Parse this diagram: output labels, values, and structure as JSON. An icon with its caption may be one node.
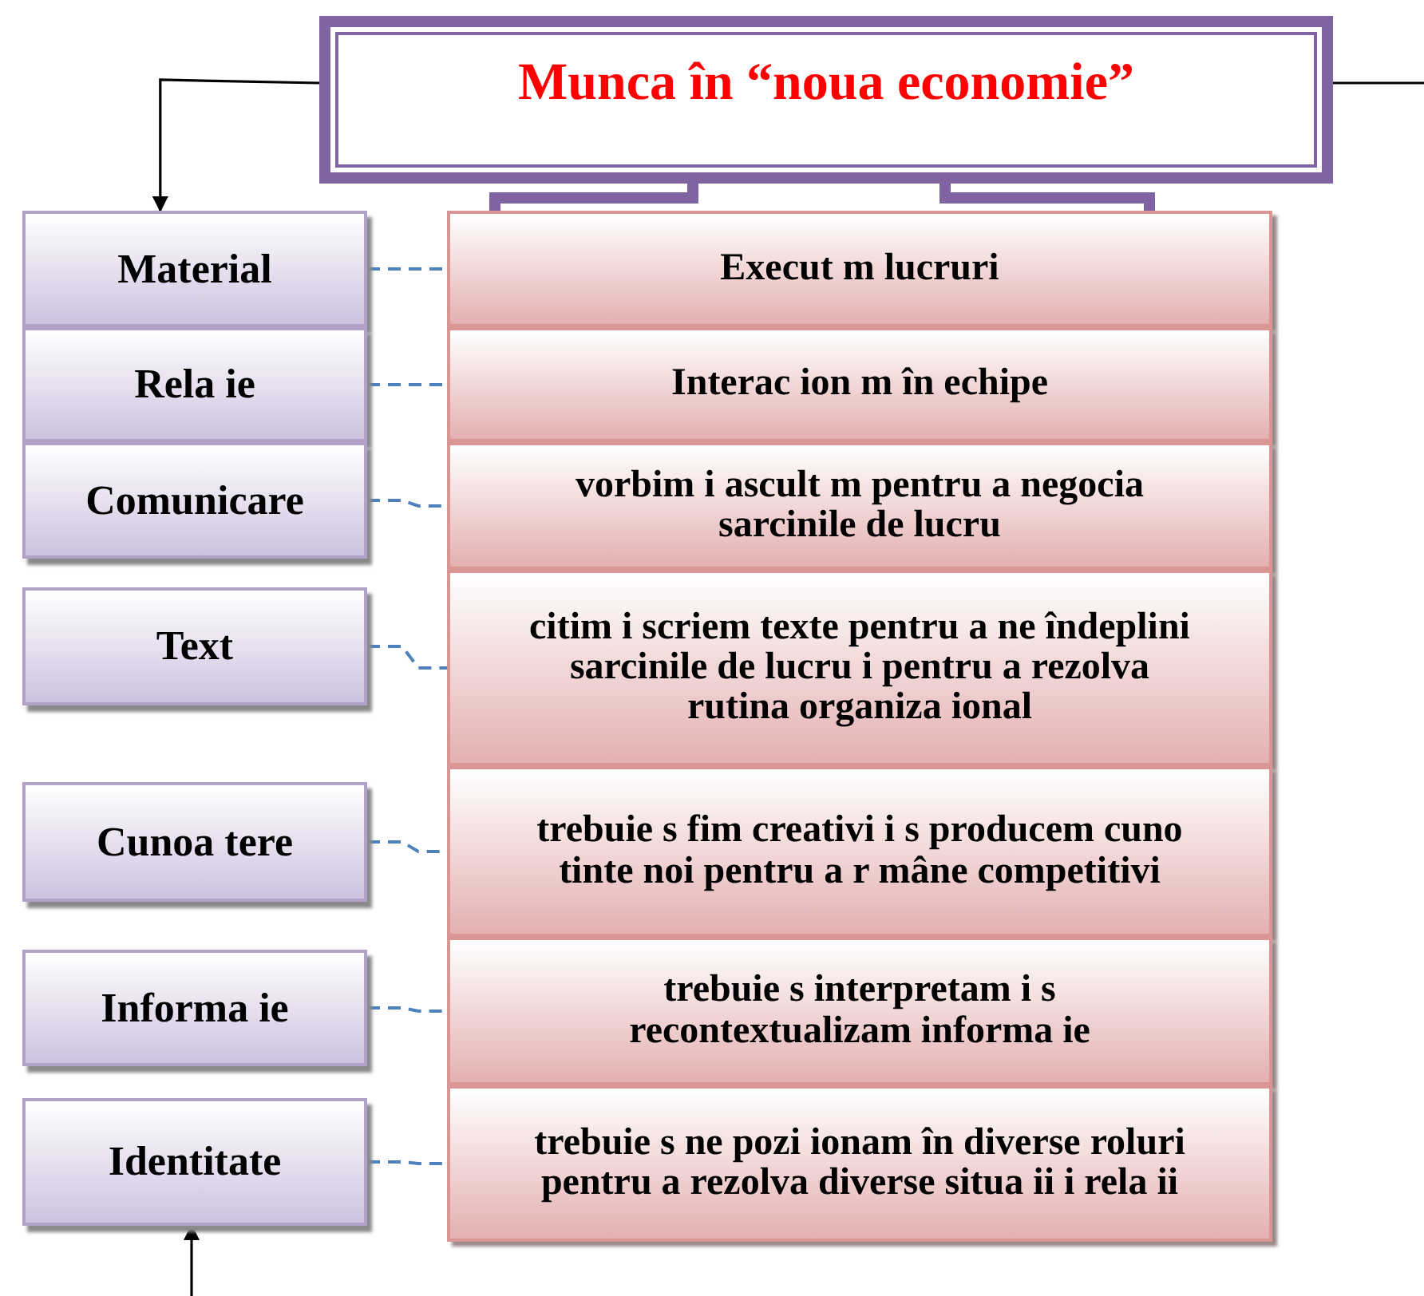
{
  "diagram": {
    "nodes": [
      {
        "text": [
          "Munca în “noua economie”"
        ]
      },
      {
        "text": [
          "Material"
        ]
      },
      {
        "text": [
          "Rela ie"
        ]
      },
      {
        "text": [
          "Comunicare"
        ]
      },
      {
        "text": [
          "Text"
        ]
      },
      {
        "text": [
          "Cunoa tere"
        ]
      },
      {
        "text": [
          "Informa ie"
        ]
      },
      {
        "text": [
          "Identitate"
        ]
      },
      {
        "text": [
          "Execut m lucruri"
        ]
      },
      {
        "text": [
          "Interac ion m în echipe"
        ]
      },
      {
        "text": [
          "vorbim i ascult m pentru a negocia sarcinile de lucru"
        ]
      },
      {
        "text": [
          "citim i scriem texte pentru a ne îndeplini sarcinile de lucru i pentru a rezolva rutina organiza ional"
        ]
      },
      {
        "text": [
          "trebuie s fim creativi i s producem cuno tinte noi pentru a r mâne competitivi"
        ]
      },
      {
        "text": [
          "trebuie s interpretam i s recontextualizam informa ie"
        ]
      },
      {
        "text": [
          "trebuie s ne pozi ionam în diverse roluri pentru a rezolva diverse situa ii i rela ii"
        ]
      }
    ],
    "edges": [
      {
        "from": 0,
        "to": 1,
        "arrow": "to",
        "color": "#000000"
      },
      {
        "from": 0,
        "to": null,
        "arrow": "none",
        "color": "#000000"
      },
      {
        "from": null,
        "to": 7,
        "arrow": "to",
        "color": "#000000"
      },
      {
        "from": 0,
        "to": 8,
        "arrow": "none",
        "style": "thick",
        "color": "#8064a2"
      },
      {
        "from": 0,
        "to": 8,
        "arrow": "none",
        "style": "thick",
        "color": "#8064a2"
      },
      {
        "from": 1,
        "to": 8,
        "arrow": "none",
        "style": "dashed",
        "color": "#4f81bd"
      },
      {
        "from": 2,
        "to": 9,
        "arrow": "none",
        "style": "dashed",
        "color": "#4f81bd"
      },
      {
        "from": 3,
        "to": 10,
        "arrow": "none",
        "style": "dashed",
        "color": "#4f81bd"
      },
      {
        "from": 4,
        "to": 11,
        "arrow": "none",
        "style": "dashed",
        "color": "#4f81bd"
      },
      {
        "from": 5,
        "to": 12,
        "arrow": "none",
        "style": "dashed",
        "color": "#4f81bd"
      },
      {
        "from": 6,
        "to": 13,
        "arrow": "none",
        "style": "dashed",
        "color": "#4f81bd"
      },
      {
        "from": 7,
        "to": 14,
        "arrow": "none",
        "style": "dashed",
        "color": "#4f81bd"
      }
    ]
  }
}
